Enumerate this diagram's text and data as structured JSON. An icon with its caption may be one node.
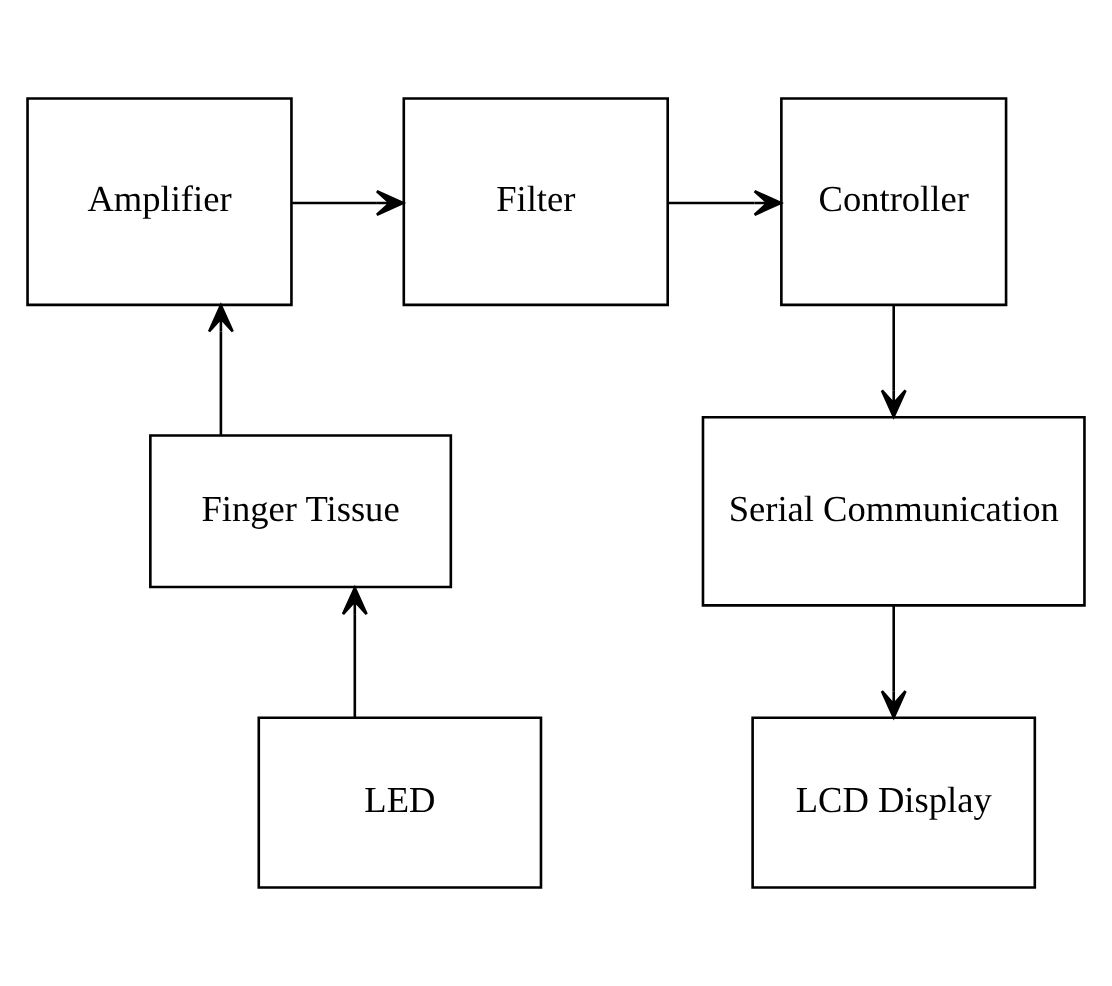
{
  "diagram": {
    "nodes": [
      {
        "text": [
          "Amplifier"
        ]
      },
      {
        "text": [
          "Filter"
        ]
      },
      {
        "text": [
          "Controller"
        ]
      },
      {
        "text": [
          "Finger Tissue"
        ]
      },
      {
        "text": [
          "Serial Communication"
        ]
      },
      {
        "text": [
          "LED"
        ]
      },
      {
        "text": [
          "LCD Display"
        ]
      }
    ],
    "edges": [
      {
        "from": 5,
        "to": 3,
        "arrow": "to"
      },
      {
        "from": 3,
        "to": 0,
        "arrow": "to"
      },
      {
        "from": 0,
        "to": 1,
        "arrow": "to"
      },
      {
        "from": 1,
        "to": 2,
        "arrow": "to"
      },
      {
        "from": 2,
        "to": 4,
        "arrow": "to"
      },
      {
        "from": 4,
        "to": 6,
        "arrow": "to"
      }
    ]
  }
}
